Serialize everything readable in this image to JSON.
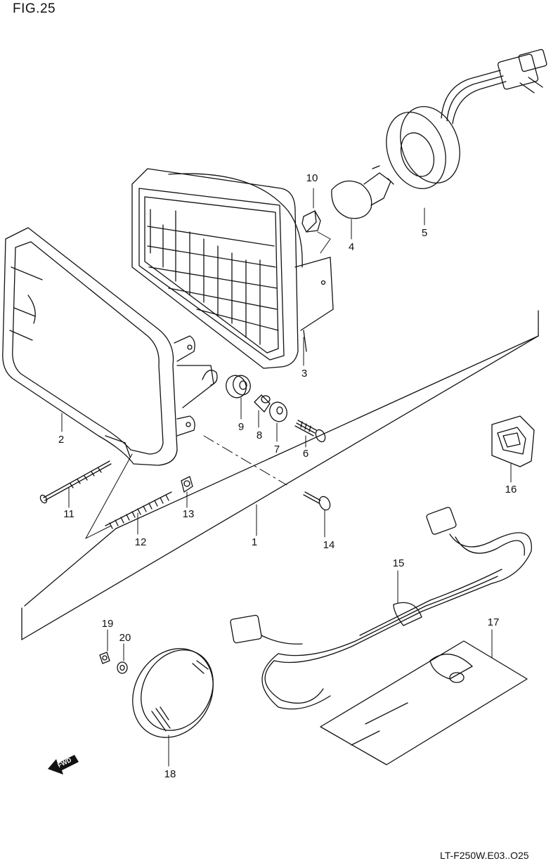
{
  "figure": {
    "title": "FIG.25"
  },
  "footer": {
    "code": "LT-F250W.E03..O25"
  },
  "fwd_arrow": {
    "label": "FWD"
  },
  "callouts": {
    "p1": "1",
    "p2": "2",
    "p3": "3",
    "p4": "4",
    "p5": "5",
    "p6": "6",
    "p7": "7",
    "p8": "8",
    "p9": "9",
    "p10": "10",
    "p11": "11",
    "p12": "12",
    "p13": "13",
    "p14": "14",
    "p15": "15",
    "p16": "16",
    "p17": "17",
    "p18": "18",
    "p19": "19",
    "p20": "20"
  }
}
